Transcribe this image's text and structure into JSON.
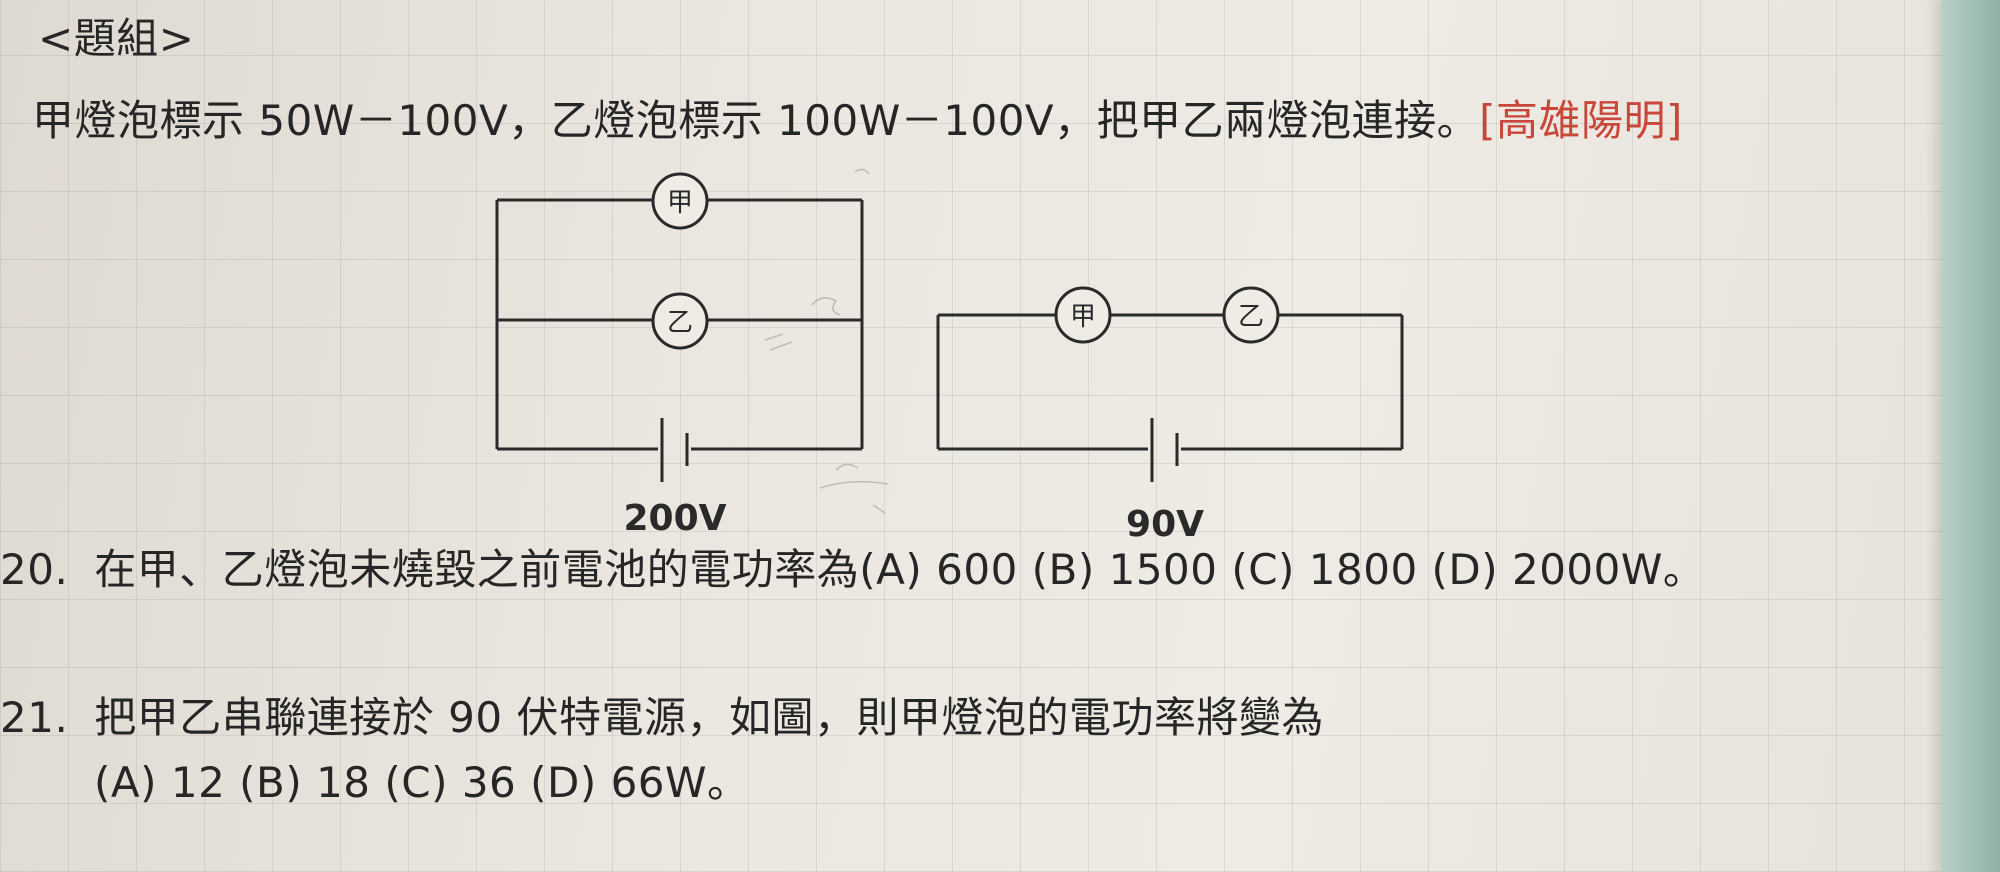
{
  "header": {
    "group_title": "<題組>",
    "intro_text": "甲燈泡標示 50W－100V，乙燈泡標示 100W－100V，把甲乙兩燈泡連接。",
    "source_tag": "[高雄陽明]"
  },
  "figure": {
    "bulb_a_label": "甲",
    "bulb_b_label": "乙",
    "parallel_voltage": "200V",
    "series_voltage": "90V"
  },
  "questions": [
    {
      "number": "20.",
      "text": "在甲、乙燈泡未燒毀之前電池的電功率為(A) 600 (B) 1500 (C) 1800 (D) 2000W。"
    },
    {
      "number": "21.",
      "text": "把甲乙串聯連接於 90 伏特電源，如圖，則甲燈泡的電功率將變為",
      "options": "(A) 12 (B) 18 (C) 36 (D) 66W。"
    }
  ],
  "colors": {
    "ink": "#262626",
    "source_red": "#c8473a"
  }
}
